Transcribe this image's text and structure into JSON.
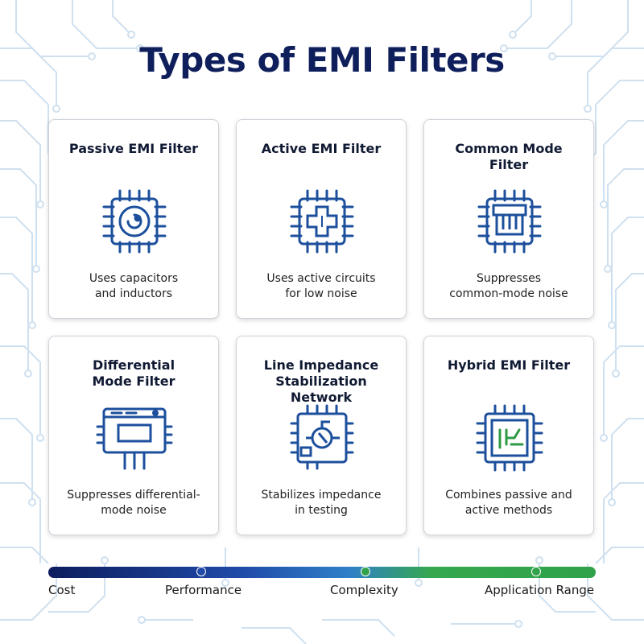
{
  "title": "Types of EMI Filters",
  "colors": {
    "title": "#0f1f5c",
    "icon_blue": "#1c4f9c",
    "icon_green": "#2e9a46",
    "circuit": "#cfe0ef"
  },
  "cards": [
    {
      "title": "Passive EMI Filter",
      "description": "Uses capacitors\nand inductors",
      "icon": "chip-dial-icon"
    },
    {
      "title": "Active EMI Filter",
      "description": "Uses active circuits\nfor low noise",
      "icon": "chip-cross-icon"
    },
    {
      "title": "Common Mode\nFilter",
      "description": "Suppresses\ncommon-mode noise",
      "icon": "chip-coil-icon"
    },
    {
      "title": "Differential\nMode Filter",
      "description": "Suppresses differential-\nmode noise",
      "icon": "filter-module-icon"
    },
    {
      "title": "Line Impedance\nStabilization Network",
      "description": "Stabilizes impedance\nin testing",
      "icon": "chip-transistor-icon"
    },
    {
      "title": "Hybrid EMI Filter",
      "description": "Combines passive and\nactive methods",
      "icon": "chip-hybrid-icon"
    }
  ],
  "scale": {
    "labels": [
      "Cost",
      "Performance",
      "Complexity",
      "Application Range"
    ]
  }
}
